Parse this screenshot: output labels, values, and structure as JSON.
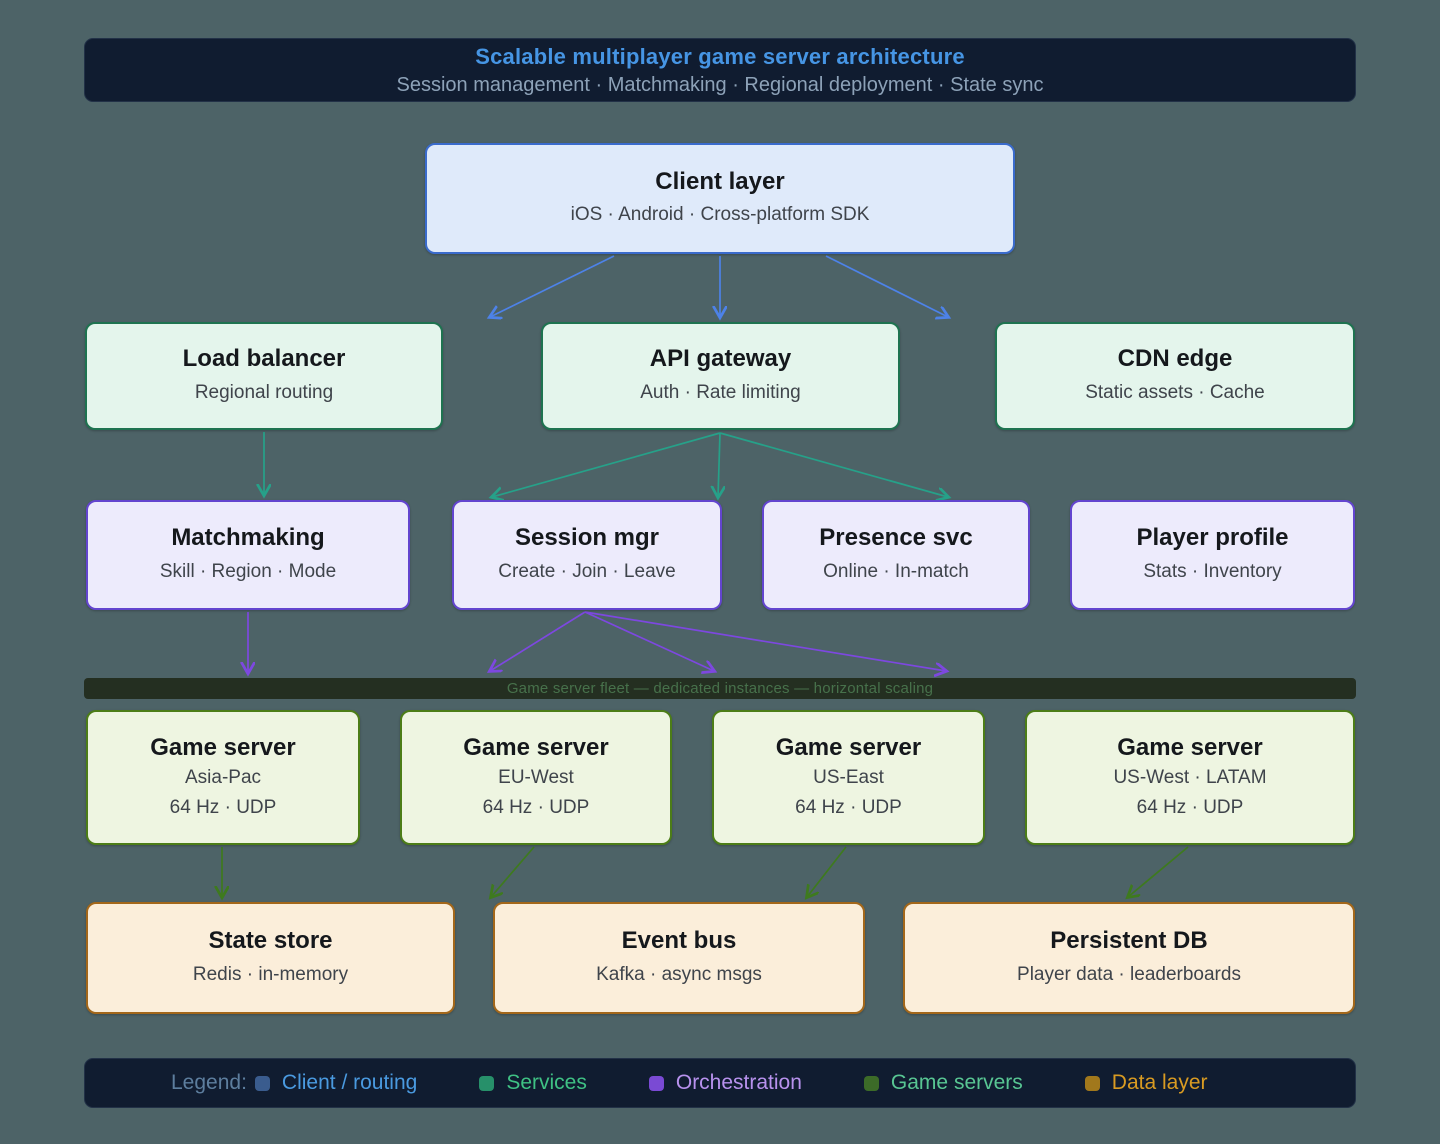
{
  "header": {
    "title": "Scalable multiplayer game server architecture",
    "subtitle": "Session management · Matchmaking · Regional deployment · State sync"
  },
  "nodes": {
    "client_layer": {
      "title": "Client layer",
      "subtitle": "iOS · Android · Cross-platform SDK"
    },
    "load_balancer": {
      "title": "Load balancer",
      "subtitle": "Regional routing"
    },
    "api_gateway": {
      "title": "API gateway",
      "subtitle": "Auth · Rate limiting"
    },
    "cdn_edge": {
      "title": "CDN edge",
      "subtitle": "Static assets · Cache"
    },
    "matchmaking": {
      "title": "Matchmaking",
      "subtitle": "Skill · Region · Mode"
    },
    "session_mgr": {
      "title": "Session mgr",
      "subtitle": "Create · Join · Leave"
    },
    "presence_svc": {
      "title": "Presence svc",
      "subtitle": "Online · In-match"
    },
    "player_profile": {
      "title": "Player profile",
      "subtitle": "Stats · Inventory"
    },
    "fleet_banner": {
      "label": "Game server fleet — dedicated instances — horizontal scaling"
    },
    "game_server_apac": {
      "title": "Game server",
      "region": "Asia-Pac",
      "spec": "64 Hz · UDP"
    },
    "game_server_euw": {
      "title": "Game server",
      "region": "EU-West",
      "spec": "64 Hz · UDP"
    },
    "game_server_use": {
      "title": "Game server",
      "region": "US-East",
      "spec": "64 Hz · UDP"
    },
    "game_server_usw": {
      "title": "Game server",
      "region": "US-West · LATAM",
      "spec": "64 Hz · UDP"
    },
    "state_store": {
      "title": "State store",
      "subtitle": "Redis · in-memory"
    },
    "event_bus": {
      "title": "Event bus",
      "subtitle": "Kafka · async msgs"
    },
    "persistent_db": {
      "title": "Persistent DB",
      "subtitle": "Player data · leaderboards"
    }
  },
  "legend": {
    "label": "Legend:",
    "items": [
      {
        "label": "Client / routing",
        "swatch": "#3a5c8e",
        "text_color": "#4a9ae0"
      },
      {
        "label": "Services",
        "swatch": "#27906a",
        "text_color": "#3fc184"
      },
      {
        "label": "Orchestration",
        "swatch": "#7a4ad4",
        "text_color": "#b892ee"
      },
      {
        "label": "Game servers",
        "swatch": "#3c6b28",
        "text_color": "#58c693"
      },
      {
        "label": "Data layer",
        "swatch": "#a1781c",
        "text_color": "#d99b22"
      }
    ]
  },
  "colors": {
    "page_bg": "#4d6367",
    "panel_bg": "#101c30",
    "arrow_client": "#4d82e8",
    "arrow_services": "#26a189",
    "arrow_orchestration": "#7d48e0",
    "arrow_game_servers": "#3e7a1e"
  }
}
